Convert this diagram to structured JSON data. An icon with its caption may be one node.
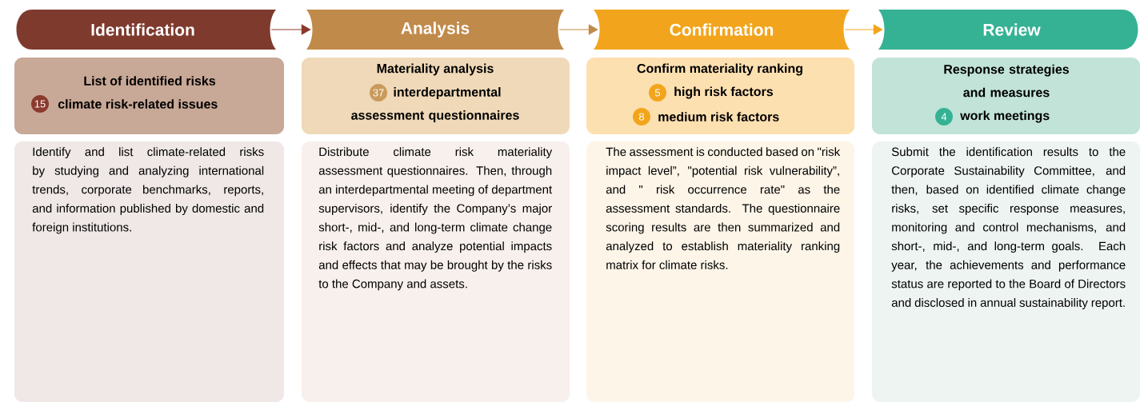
{
  "diagram": {
    "nodes": [
      {
        "text": [
          "Identification"
        ]
      },
      {
        "text": [
          "Analysis"
        ]
      },
      {
        "text": [
          "Confirmation"
        ]
      },
      {
        "text": [
          "Review"
        ]
      },
      {
        "text": [
          "List of identified risks",
          "climate risk-related issues"
        ]
      },
      {
        "text": [
          "15"
        ],
        "in": 4
      },
      {
        "text": [
          "Materiality analysis",
          "interdepartmental assessment questionnaires"
        ]
      },
      {
        "text": [
          "37"
        ],
        "in": 6
      },
      {
        "text": [
          "Confirm materiality ranking",
          "high risk factors",
          "medium risk factors"
        ]
      },
      {
        "text": [
          "5"
        ],
        "in": 8
      },
      {
        "text": [
          "8"
        ],
        "in": 8
      },
      {
        "text": [
          "Response strategies and measures",
          "work meetings"
        ]
      },
      {
        "text": [
          "4"
        ],
        "in": 11
      },
      {
        "text": [
          "Identify and list climate-related risks by studying and analyzing international trends, corporate benchmarks, reports, and information published by domestic and foreign institutions."
        ]
      },
      {
        "text": [
          "Distribute climate risk materiality assessment questionnaires. Then, through an interdepartmental meeting of department supervisors, identify the Company’s major short-, mid-, and long-term climate change risk factors and analyze potential impacts and effects that may be brought by the risks to the Company and assets."
        ]
      },
      {
        "text": [
          "The assessment is conducted based on \"risk impact level”, \"potential risk vulnerability”, and \" risk occurrence rate\" as the assessment standards. The questionnaire scoring results are then summarized and analyzed to establish materiality ranking matrix for climate risks."
        ]
      },
      {
        "text": [
          "Submit the identification results to the Corporate Sustainability Committee, and then, based on identified climate change risks, set specific response measures, monitoring and control mechanisms, and short-, mid-, and long-term goals. Each year, the achievements and performance status are reported to the Board of Directors and disclosed in annual sustainability report."
        ]
      }
    ],
    "edges": [
      {
        "from": 0,
        "to": 1,
        "arrow": "to",
        "color": "#8b3a2e"
      },
      {
        "from": 1,
        "to": 2,
        "arrow": "to",
        "color": "#c08a4a"
      },
      {
        "from": 2,
        "to": 3,
        "arrow": "to",
        "color": "#f2a51c"
      }
    ]
  }
}
